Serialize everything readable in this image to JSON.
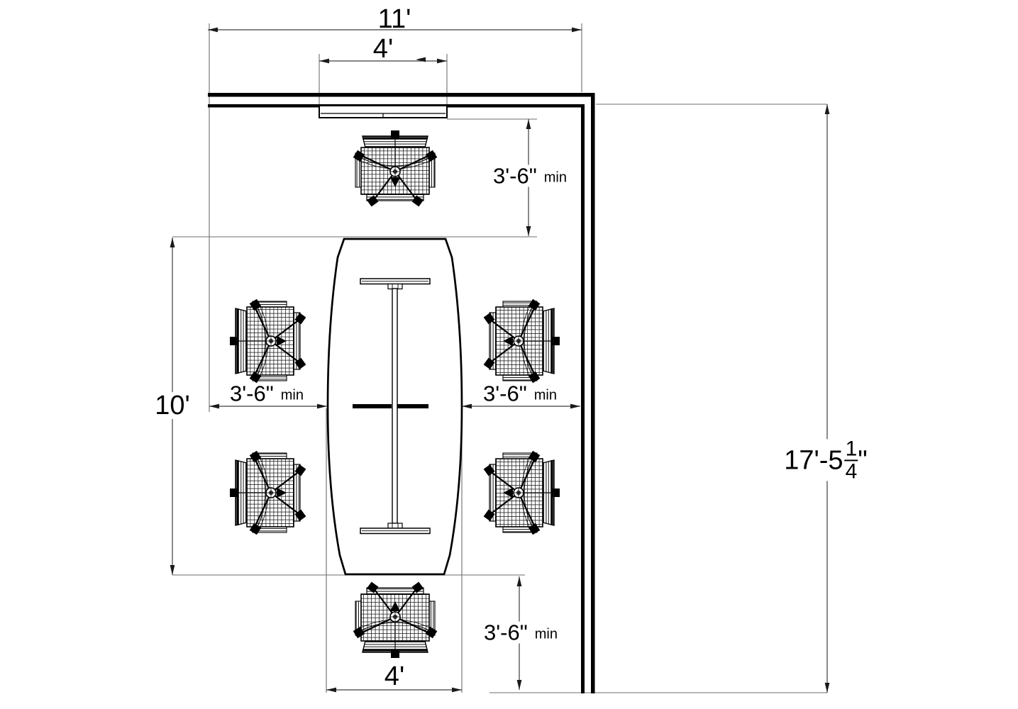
{
  "drawing": {
    "type": "conference-room-plan",
    "colors": {
      "line": "#000000",
      "dimension_line": "#3d3d3d",
      "extension_line": "#6e6e6e",
      "background": "#ffffff"
    }
  },
  "dims": {
    "top_width": "11'",
    "board_width": "4'",
    "clearance_top": "3'-6\"",
    "clearance_top_min": "min",
    "table_length": "10'",
    "clearance_left": "3'-6\"",
    "clearance_left_min": "min",
    "clearance_right": "3'-6\"",
    "clearance_right_min": "min",
    "clearance_bottom": "3'-6\"",
    "clearance_bottom_min": "min",
    "table_width": "4'",
    "room_depth_feet": "17'-5",
    "room_depth_frac_num": "1",
    "room_depth_frac_den": "4",
    "room_depth_unit": "\""
  }
}
